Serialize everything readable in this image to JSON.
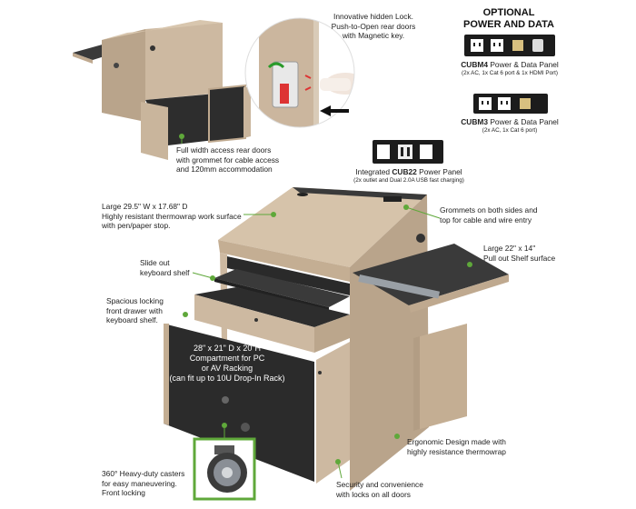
{
  "header": {
    "line1": "OPTIONAL",
    "line2": "POWER AND DATA"
  },
  "panels": {
    "cubm4": {
      "name": "CUBM4",
      "desc": " Power & Data Panel",
      "sub": "(2x AC, 1x Cat 6 port & 1x HDMI Port)"
    },
    "cubm3": {
      "name": "CUBM3",
      "desc": " Power & Data Panel",
      "sub": "(2x AC, 1x Cat 6 port)"
    },
    "cub22": {
      "prefix": "Integrated ",
      "name": "CUB22",
      "desc": " Power Panel",
      "sub": "(2x outlet and Dual 2.0A USB fast charging)"
    }
  },
  "callouts": {
    "lock": [
      "Innovative hidden Lock.",
      "Push-to-Open rear doors",
      "with Magnetic key."
    ],
    "rear_doors": [
      "Full width access rear doors",
      "with grommet for cable access",
      "and 120mm accommodation"
    ],
    "surface": [
      "Large 29.5\" W x 17.68\" D",
      "Highly resistant thermowrap work surface",
      "with pen/paper stop."
    ],
    "grommets": [
      "Grommets on both sides and",
      "top for cable and wire entry"
    ],
    "shelf": [
      "Large 22\" x 14\"",
      "Pull out Shelf surface"
    ],
    "keyboard": [
      "Slide out",
      "keyboard shelf"
    ],
    "drawer": [
      "Spacious locking",
      "front drawer with",
      "keyboard shelf."
    ],
    "compartment": [
      "28\"  x 21\" D x 20\"H",
      "Compartment for PC",
      "or AV Racking",
      "(can fit up to 10U Drop-In Rack)"
    ],
    "ergonomic": [
      "Ergonomic Design made with",
      "highly resistance thermowrap"
    ],
    "casters": [
      "360° Heavy-duty casters",
      "for easy maneuvering.",
      "Front locking"
    ],
    "security": [
      "Security and convenience",
      "with locks on all doors"
    ]
  },
  "colors": {
    "wood": "#cbb8a0",
    "wood_dark": "#b29d84",
    "interior": "#2b2b2b",
    "accent": "#5fa83a",
    "panel": "#1c1c1c"
  }
}
